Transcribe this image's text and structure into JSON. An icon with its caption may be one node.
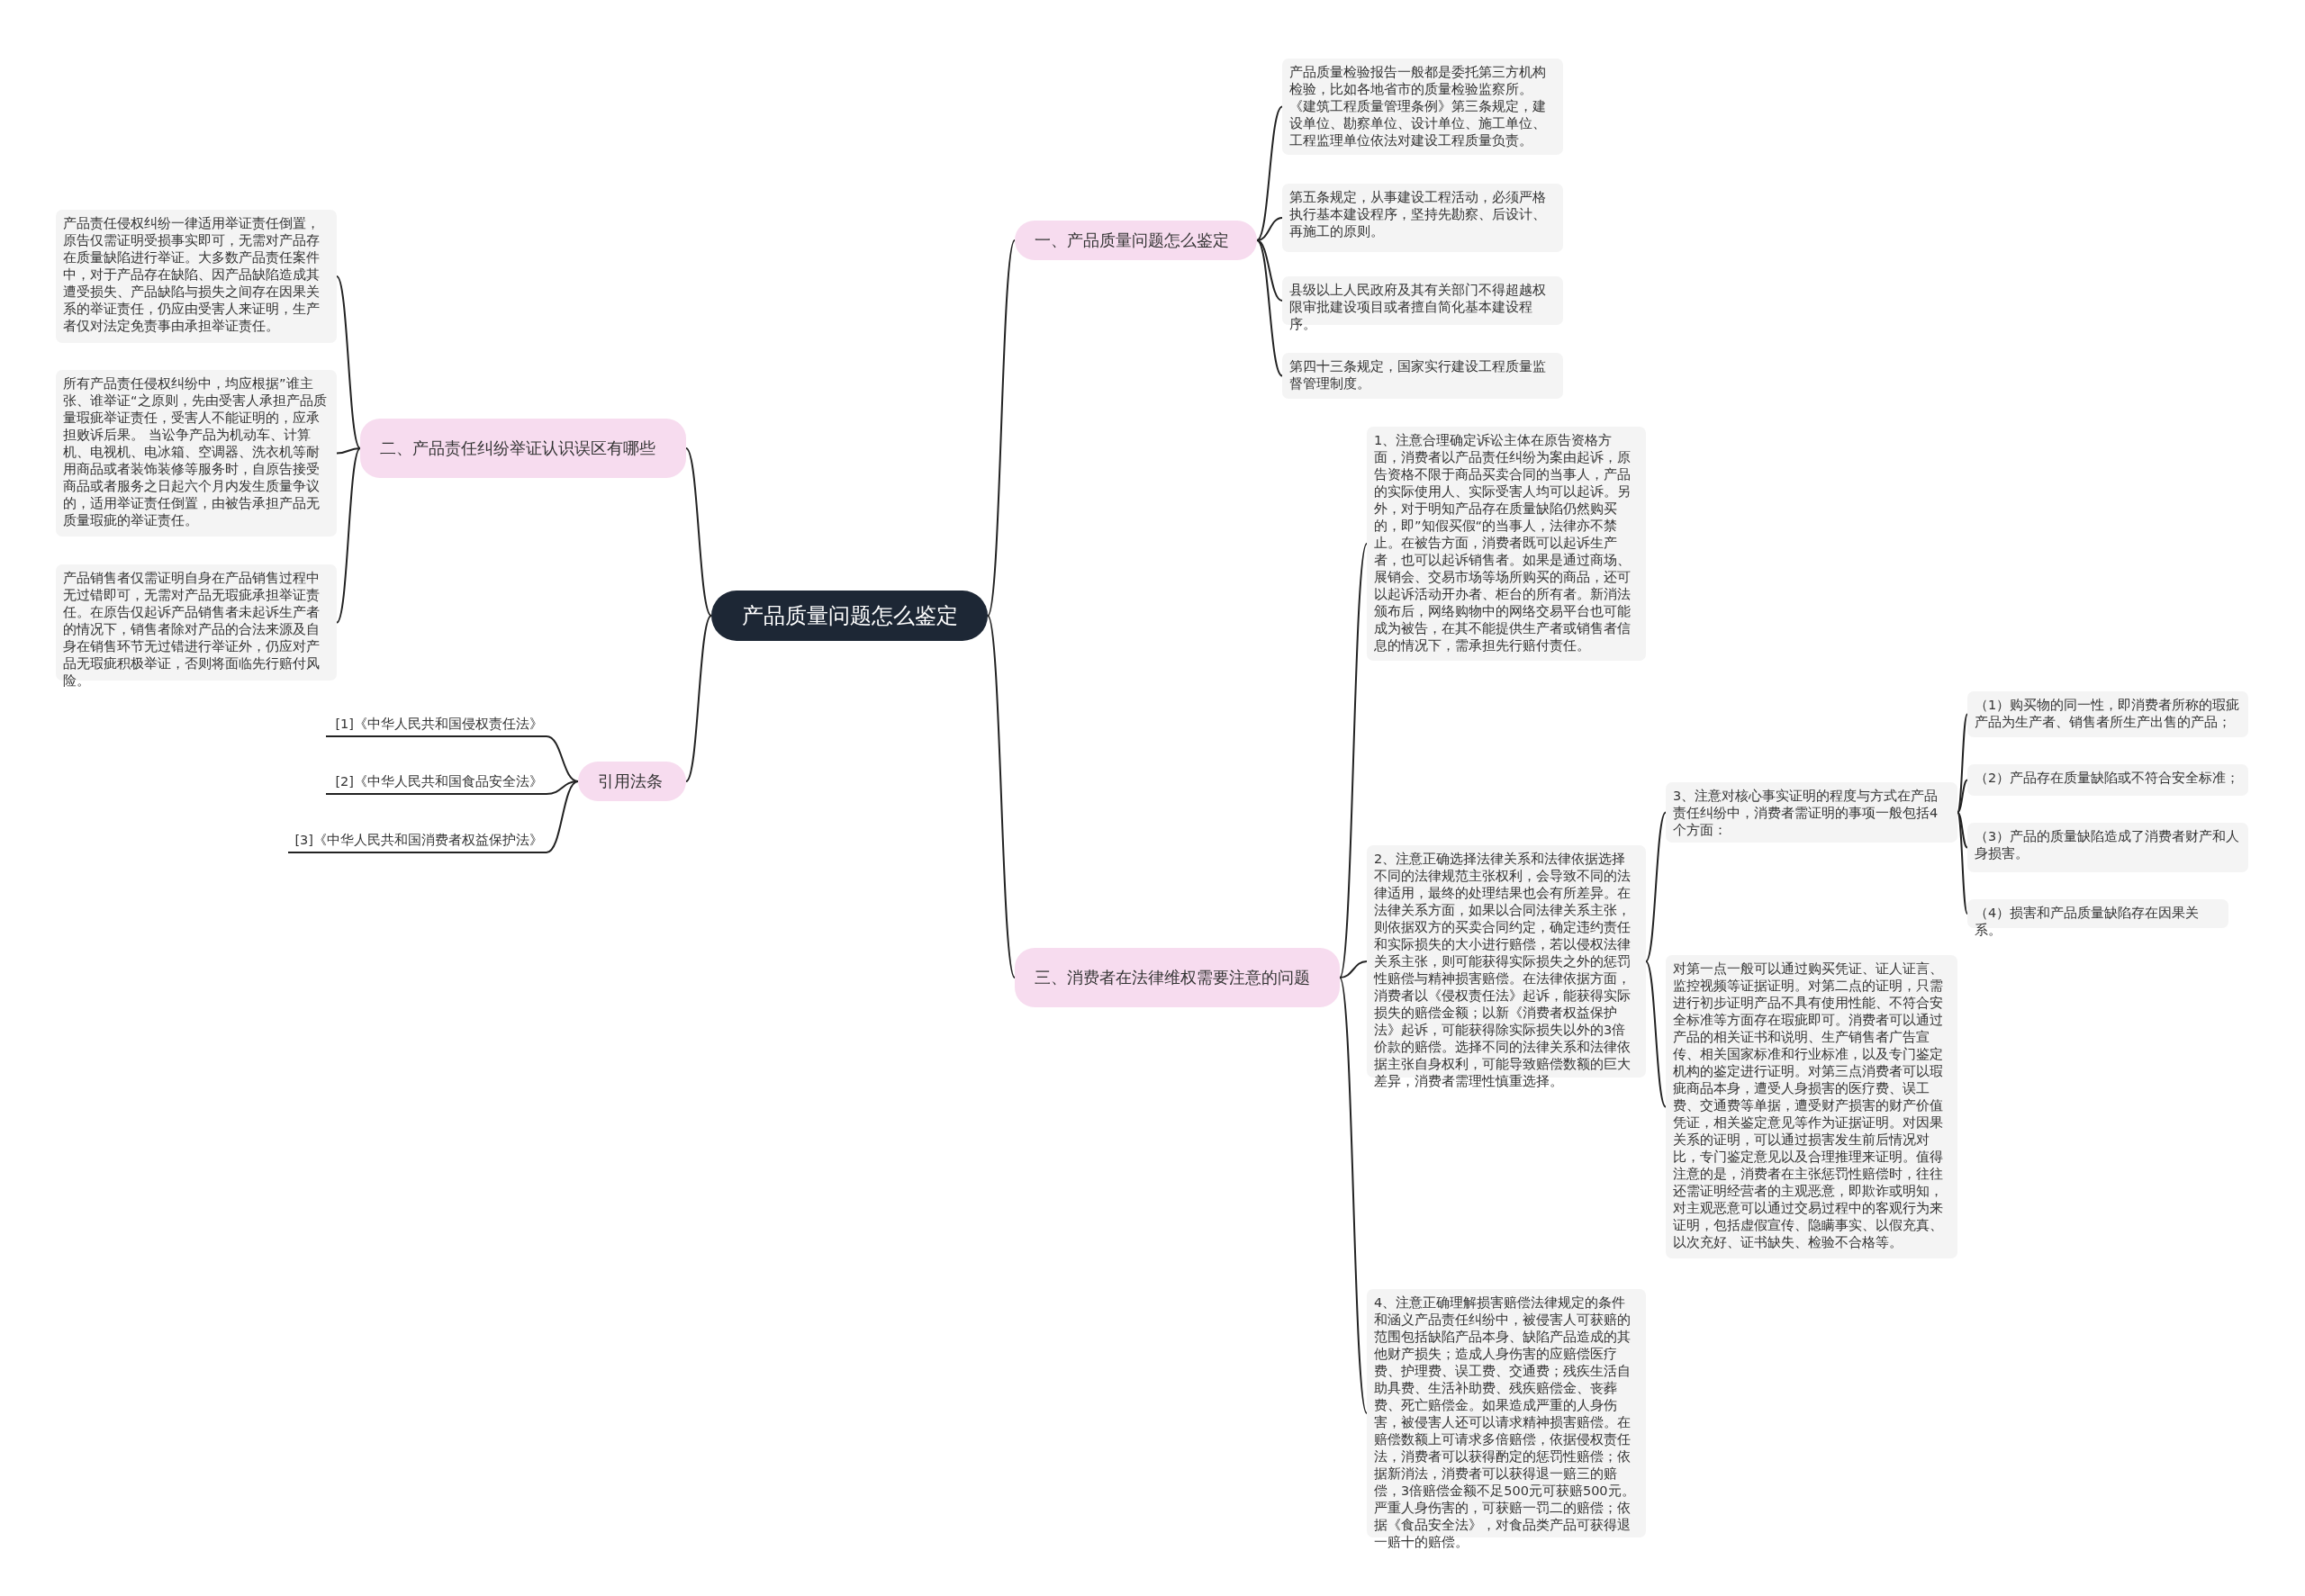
{
  "diagram": {
    "nodes": [
      {
        "text": [
          "产品质量问题怎么鉴定"
        ]
      },
      {
        "text": [
          "一、产品质量问题怎么鉴定"
        ]
      },
      {
        "text": [
          "产品质量检验报告一般都是委托第三方机构检验，比如各地省市的质量检验监察所。《建筑工程质量管理条例》第三条规定，建设单位、勘察单位、设计单位、施工单位、工程监理单位依法对建设工程质量负责。"
        ]
      },
      {
        "text": [
          "第五条规定，从事建设工程活动，必须严格执行基本建设程序，坚持先勘察、后设计、再施工的原则。"
        ]
      },
      {
        "text": [
          "县级以上人民政府及其有关部门不得超越权限审批建设项目或者擅自简化基本建设程序。"
        ]
      },
      {
        "text": [
          "第四十三条规定，国家实行建设工程质量监督管理制度。"
        ]
      },
      {
        "text": [
          "二、产品责任纠纷举证认识误区有哪些"
        ]
      },
      {
        "text": [
          "产品责任侵权纠纷一律适用举证责任倒置，原告仅需证明受损事实即可，无需对产品存在质量缺陷进行举证。大多数产品责任案件中，对于产品存在缺陷、因产品缺陷造成其遭受损失、产品缺陷与损失之间存在因果关系的举证责任，仍应由受害人来证明，生产者仅对法定免责事由承担举证责任。"
        ]
      },
      {
        "text": [
          "所有产品责任侵权纠纷中，均应根据”谁主张、谁举证“之原则，先由受害人承担产品质量瑕疵举证责任，受害人不能证明的，应承担败诉后果。 当讼争产品为机动车、计算机、电视机、电冰箱、空调器、洗衣机等耐用商品或者装饰装修等服务时，自原告接受商品或者服务之日起六个月内发生质量争议的，适用举证责任倒置，由被告承担产品无质量瑕疵的举证责任。"
        ]
      },
      {
        "text": [
          "产品销售者仅需证明自身在产品销售过程中无过错即可，无需对产品无瑕疵承担举证责任。在原告仅起诉产品销售者未起诉生产者的情况下，销售者除对产品的合法来源及自身在销售环节无过错进行举证外，仍应对产品无瑕疵积极举证，否则将面临先行赔付风险。"
        ]
      },
      {
        "text": [
          "引用法条"
        ]
      },
      {
        "text": [
          "[1]《中华人民共和国侵权责任法》"
        ]
      },
      {
        "text": [
          "[2]《中华人民共和国食品安全法》"
        ]
      },
      {
        "text": [
          "[3]《中华人民共和国消费者权益保护法》"
        ]
      },
      {
        "text": [
          "三、消费者在法律维权需要注意的问题"
        ]
      },
      {
        "text": [
          "1、注意合理确定诉讼主体在原告资格方面，消费者以产品责任纠纷为案由起诉，原告资格不限于商品买卖合同的当事人，产品的实际使用人、实际受害人均可以起诉。另外，对于明知产品存在质量缺陷仍然购买的，即”知假买假“的当事人，法律亦不禁止。在被告方面，消费者既可以起诉生产者，也可以起诉销售者。如果是通过商场、展销会、交易市场等场所购买的商品，还可以起诉活动开办者、柜台的所有者。新消法颁布后，网络购物中的网络交易平台也可能成为被告，在其不能提供生产者或销售者信息的情况下，需承担先行赔付责任。"
        ]
      },
      {
        "text": [
          "2、注意正确选择法律关系和法律依据选择不同的法律规范主张权利，会导致不同的法律适用，最终的处理结果也会有所差异。在法律关系方面，如果以合同法律关系主张，则依据双方的买卖合同约定，确定违约责任和实际损失的大小进行赔偿，若以侵权法律关系主张，则可能获得实际损失之外的惩罚性赔偿与精神损害赔偿。在法律依据方面，消费者以《侵权责任法》起诉，能获得实际损失的赔偿金额；以新《消费者权益保护法》起诉，可能获得除实际损失以外的3倍价款的赔偿。选择不同的法律关系和法律依据主张自身权利，可能导致赔偿数额的巨大差异，消费者需理性慎重选择。"
        ]
      },
      {
        "text": [
          "3、注意对核心事实证明的程度与方式在产品责任纠纷中，消费者需证明的事项一般包括4个方面："
        ]
      },
      {
        "text": [
          "（1）购买物的同一性，即消费者所称的瑕疵产品为生产者、销售者所生产出售的产品；"
        ]
      },
      {
        "text": [
          "（2）产品存在质量缺陷或不符合安全标准；"
        ]
      },
      {
        "text": [
          "（3）产品的质量缺陷造成了消费者财产和人身损害。"
        ]
      },
      {
        "text": [
          "（4）损害和产品质量缺陷存在因果关系。"
        ]
      },
      {
        "text": [
          "对第一点一般可以通过购买凭证、证人证言、监控视频等证据证明。对第二点的证明，只需进行初步证明产品不具有使用性能、不符合安全标准等方面存在瑕疵即可。消费者可以通过产品的相关证书和说明、生产销售者广告宣传、相关国家标准和行业标准，以及专门鉴定机构的鉴定进行证明。对第三点消费者可以瑕疵商品本身，遭受人身损害的医疗费、误工费、交通费等单据，遭受财产损害的财产价值凭证，相关鉴定意见等作为证据证明。对因果关系的证明，可以通过损害发生前后情况对比，专门鉴定意见以及合理推理来证明。值得注意的是，消费者在主张惩罚性赔偿时，往往还需证明经营者的主观恶意，即欺诈或明知，对主观恶意可以通过交易过程中的客观行为来证明，包括虚假宣传、隐瞒事实、以假充真、以次充好、证书缺失、检验不合格等。"
        ]
      },
      {
        "text": [
          "4、注意正确理解损害赔偿法律规定的条件和涵义产品责任纠纷中，被侵害人可获赔的范围包括缺陷产品本身、缺陷产品造成的其他财产损失；造成人身伤害的应赔偿医疗费、护理费、误工费、交通费；残疾生活自助具费、生活补助费、残疾赔偿金、丧葬费、死亡赔偿金。如果造成严重的人身伤害，被侵害人还可以请求精神损害赔偿。在赔偿数额上可请求多倍赔偿，依据侵权责任法，消费者可以获得酌定的惩罚性赔偿；依据新消法，消费者可以获得退一赔三的赔偿，3倍赔偿金额不足500元可获赔500元。严重人身伤害的，可获赔一罚二的赔偿；依据《食品安全法》，对食品类产品可获得退一赔十的赔偿。"
        ]
      }
    ],
    "edges": [
      {
        "from": 0,
        "to": 1,
        "arrow": "none"
      },
      {
        "from": 0,
        "to": 6,
        "arrow": "none"
      },
      {
        "from": 0,
        "to": 10,
        "arrow": "none"
      },
      {
        "from": 0,
        "to": 14,
        "arrow": "none"
      },
      {
        "from": 1,
        "to": 2,
        "arrow": "none"
      },
      {
        "from": 1,
        "to": 3,
        "arrow": "none"
      },
      {
        "from": 1,
        "to": 4,
        "arrow": "none"
      },
      {
        "from": 1,
        "to": 5,
        "arrow": "none"
      },
      {
        "from": 6,
        "to": 7,
        "arrow": "none"
      },
      {
        "from": 6,
        "to": 8,
        "arrow": "none"
      },
      {
        "from": 6,
        "to": 9,
        "arrow": "none"
      },
      {
        "from": 10,
        "to": 11,
        "arrow": "none"
      },
      {
        "from": 10,
        "to": 12,
        "arrow": "none"
      },
      {
        "from": 10,
        "to": 13,
        "arrow": "none"
      },
      {
        "from": 14,
        "to": 15,
        "arrow": "none"
      },
      {
        "from": 14,
        "to": 16,
        "arrow": "none"
      },
      {
        "from": 14,
        "to": 23,
        "arrow": "none"
      },
      {
        "from": 16,
        "to": 17,
        "arrow": "none"
      },
      {
        "from": 16,
        "to": 22,
        "arrow": "none"
      },
      {
        "from": 17,
        "to": 18,
        "arrow": "none"
      },
      {
        "from": 17,
        "to": 19,
        "arrow": "none"
      },
      {
        "from": 17,
        "to": 20,
        "arrow": "none"
      },
      {
        "from": 17,
        "to": 21,
        "arrow": "none"
      }
    ]
  }
}
